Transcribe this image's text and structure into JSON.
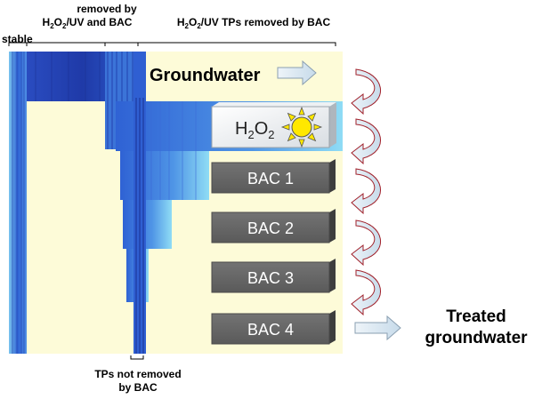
{
  "labels": {
    "stable": "stable",
    "removed_line1": "removed by",
    "removed_line2_prefix": "H",
    "removed_line2_sub1": "2",
    "removed_line2_mid": "O",
    "removed_line2_sub2": "2",
    "removed_line2_suffix": "/UV and BAC",
    "tps_removed_prefix": "H",
    "tps_removed_sub1": "2",
    "tps_removed_mid": "O",
    "tps_removed_sub2": "2",
    "tps_removed_suffix": "/UV TPs removed by BAC",
    "not_removed_line1": "TPs not removed",
    "not_removed_line2": "by BAC"
  },
  "stages": {
    "groundwater": "Groundwater",
    "h2o2_prefix": "H",
    "h2o2_sub1": "2",
    "h2o2_mid": "O",
    "h2o2_sub2": "2",
    "bac1": "BAC 1",
    "bac2": "BAC 2",
    "bac3": "BAC 3",
    "bac4": "BAC 4"
  },
  "output": {
    "line1": "Treated",
    "line2": "groundwater"
  },
  "colors": {
    "background_panel": "#fdfbd8",
    "deep_blue": "#1f3fb0",
    "mid_blue": "#3f7be0",
    "light_blue": "#7fd0f0",
    "bac_box": "#666666",
    "sun": "#ffe800",
    "arrow_fill": "#dce9f3",
    "curved_arrow_stroke": "#a0202a"
  },
  "icons": [
    "sun-icon",
    "right-arrow-icon",
    "curved-arrow-icon"
  ]
}
